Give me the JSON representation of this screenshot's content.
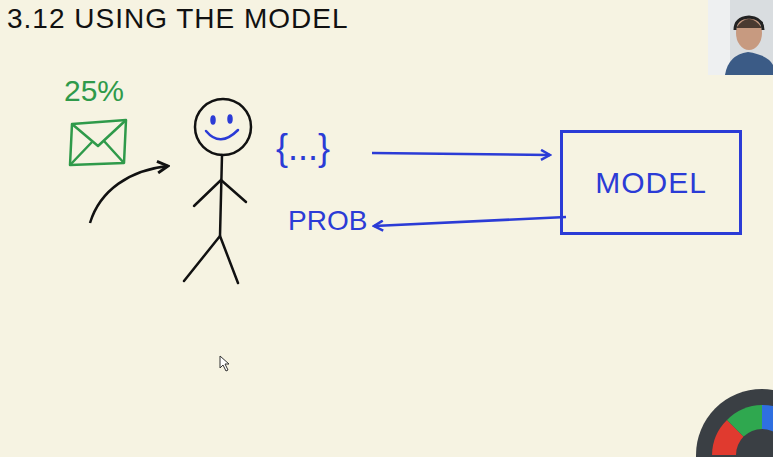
{
  "diagram": {
    "title": "3.12 USING THE MODEL",
    "nodes": [
      {
        "text": [
          "MODEL"
        ]
      }
    ],
    "labels": [
      "25%",
      "{...}",
      "PROB"
    ]
  }
}
